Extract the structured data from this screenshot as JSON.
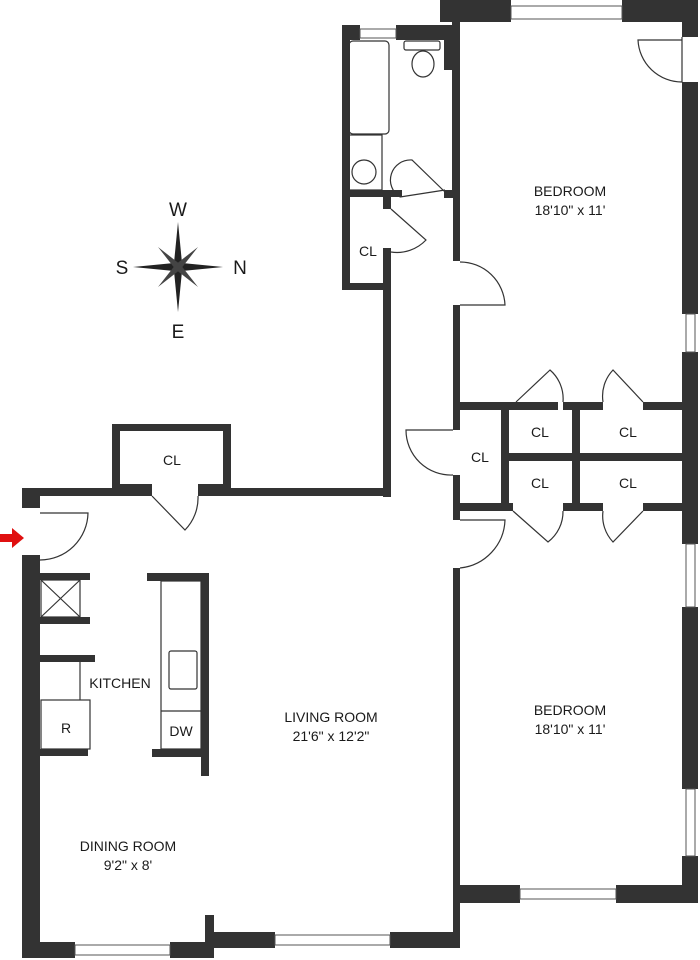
{
  "compass": {
    "west": "W",
    "south": "S",
    "north": "N",
    "east": "E"
  },
  "rooms": {
    "bedroom_1": {
      "name": "BEDROOM",
      "size": "18'10\" x 11'"
    },
    "bedroom_2": {
      "name": "BEDROOM",
      "size": "18'10\" x 11'"
    },
    "living_room": {
      "name": "LIVING ROOM",
      "size": "21'6\" x 12'2\""
    },
    "dining_room": {
      "name": "DINING ROOM",
      "size": "9'2\" x 8'"
    },
    "kitchen": {
      "name": "KITCHEN"
    }
  },
  "closets": {
    "label": "CL"
  },
  "appliances": {
    "refrigerator": "R",
    "dishwasher": "DW"
  },
  "colors": {
    "wall": "#333333",
    "entry_arrow": "#e01010"
  }
}
